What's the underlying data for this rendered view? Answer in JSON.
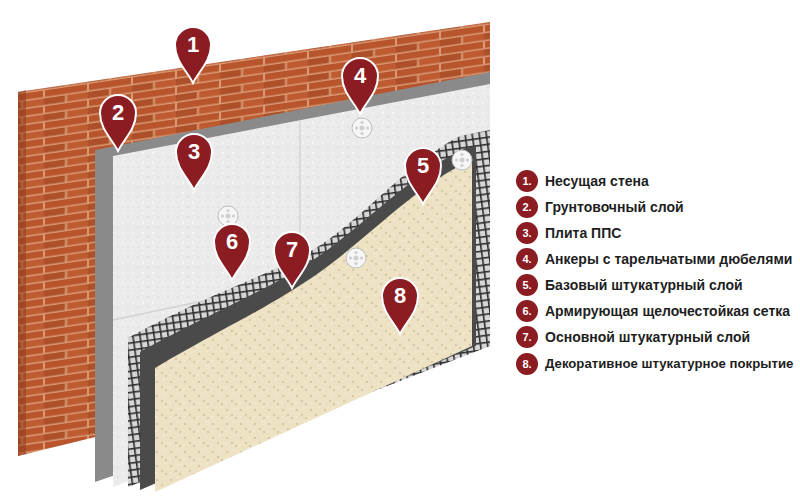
{
  "diagram": {
    "nodes": [
      {
        "text": [
          "1"
        ]
      },
      {
        "text": [
          "2"
        ]
      },
      {
        "text": [
          "3"
        ]
      },
      {
        "text": [
          "4"
        ]
      },
      {
        "text": [
          "5"
        ]
      },
      {
        "text": [
          "6"
        ]
      },
      {
        "text": [
          "7"
        ]
      },
      {
        "text": [
          "8"
        ]
      },
      {
        "text": [
          "1.",
          "Несущая стена"
        ]
      },
      {
        "text": [
          "2.",
          "Грунтовочный слой"
        ]
      },
      {
        "text": [
          "3.",
          "Плита ППС"
        ]
      },
      {
        "text": [
          "4.",
          "Анкеры с тарельчатыми дюбелями"
        ]
      },
      {
        "text": [
          "5.",
          "Базовый штукатурный слой"
        ]
      },
      {
        "text": [
          "6.",
          "Армирующая щелочестойкая сетка"
        ]
      },
      {
        "text": [
          "7.",
          "Основной штукатурный слой"
        ]
      },
      {
        "text": [
          "8.",
          "Декоративное штукатурное покрытие"
        ]
      }
    ]
  }
}
